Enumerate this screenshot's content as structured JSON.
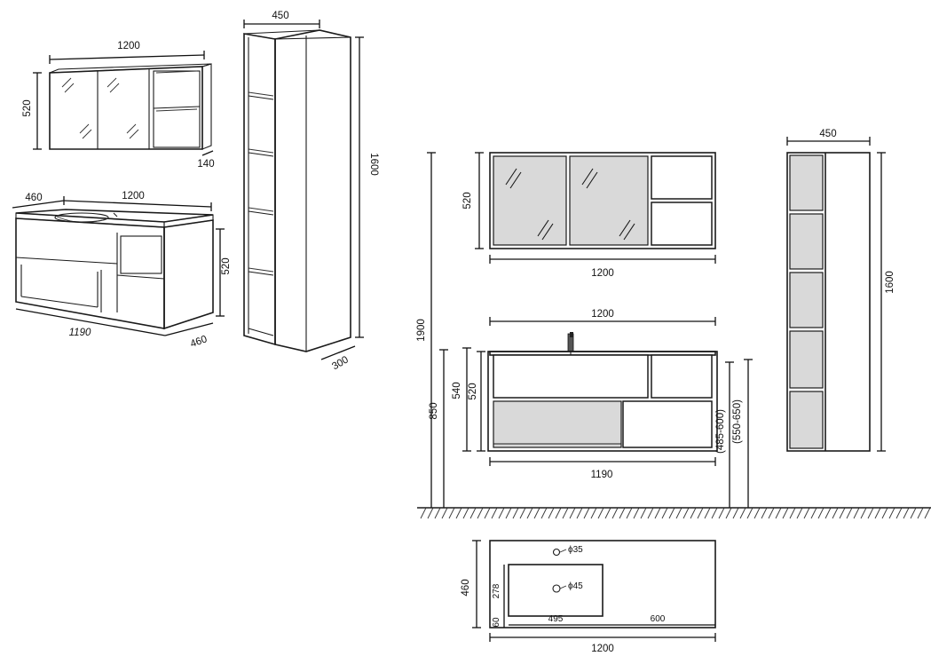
{
  "title": "",
  "iso_view": {
    "mirror_width": "1200",
    "mirror_height": "520",
    "mirror_depth": "140",
    "column_width": "450",
    "column_height": "1600",
    "column_depth": "300",
    "vanity_depth_top": "460",
    "vanity_width_top": "1200",
    "vanity_height": "520",
    "vanity_width_front": "1190",
    "vanity_depth_side": "460"
  },
  "elevation": {
    "mirror_height": "520",
    "mirror_width": "1200",
    "column_width": "450",
    "column_height": "1600",
    "vanity_top_width": "1200",
    "total_height": "1900",
    "mount_height": "850",
    "height_540": "540",
    "height_520": "520",
    "range_a": "(485-600)",
    "range_b": "(550-650)",
    "vanity_bottom_width": "1190"
  },
  "plan": {
    "depth": "460",
    "basin_depth": "278",
    "tap_hole": "ϕ35",
    "drain_hole": "ϕ45",
    "offset_60": "60",
    "left_495": "495",
    "right_600": "600",
    "total_width": "1200"
  },
  "colors": {
    "line": "#1a1a1a",
    "panel": "#d9d9d9",
    "background": "#ffffff"
  }
}
